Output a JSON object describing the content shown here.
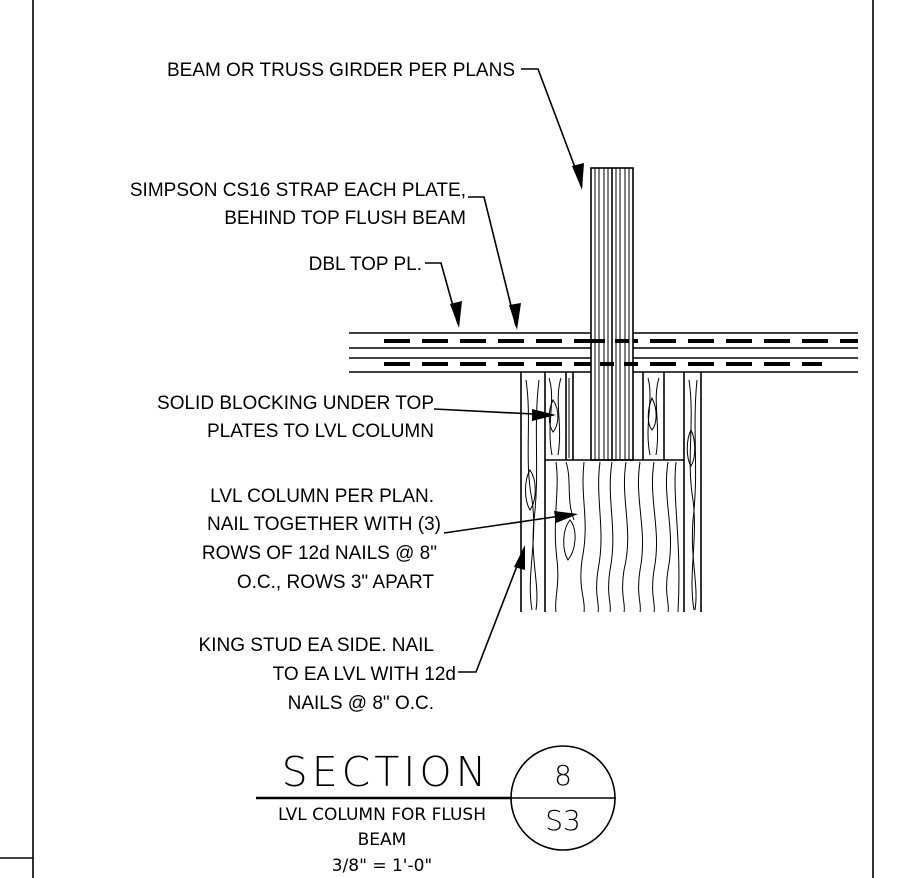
{
  "labels": {
    "beam": "BEAM OR TRUSS GIRDER PER PLANS",
    "strap_line1": "SIMPSON CS16 STRAP EACH PLATE,",
    "strap_line2": "BEHIND TOP FLUSH BEAM",
    "top_plate": "DBL TOP PL.",
    "blocking_line1": "SOLID BLOCKING UNDER TOP",
    "blocking_line2": "PLATES TO LVL COLUMN",
    "column_line1": "LVL COLUMN PER PLAN.",
    "column_line2": "NAIL TOGETHER WITH (3)",
    "column_line3": "ROWS OF 12d NAILS @ 8\"",
    "column_line4": "O.C., ROWS 3\" APART",
    "king_line1": "KING STUD EA SIDE. NAIL",
    "king_line2": "TO EA LVL WITH 12d",
    "king_line3": "NAILS @ 8\" O.C."
  },
  "title": {
    "heading": "SECTION",
    "subtitle_line1": "LVL COLUMN FOR FLUSH",
    "subtitle_line2": "BEAM",
    "scale": "3/8\" = 1'-0\"",
    "detail_number": "8",
    "sheet_number": "S3"
  }
}
